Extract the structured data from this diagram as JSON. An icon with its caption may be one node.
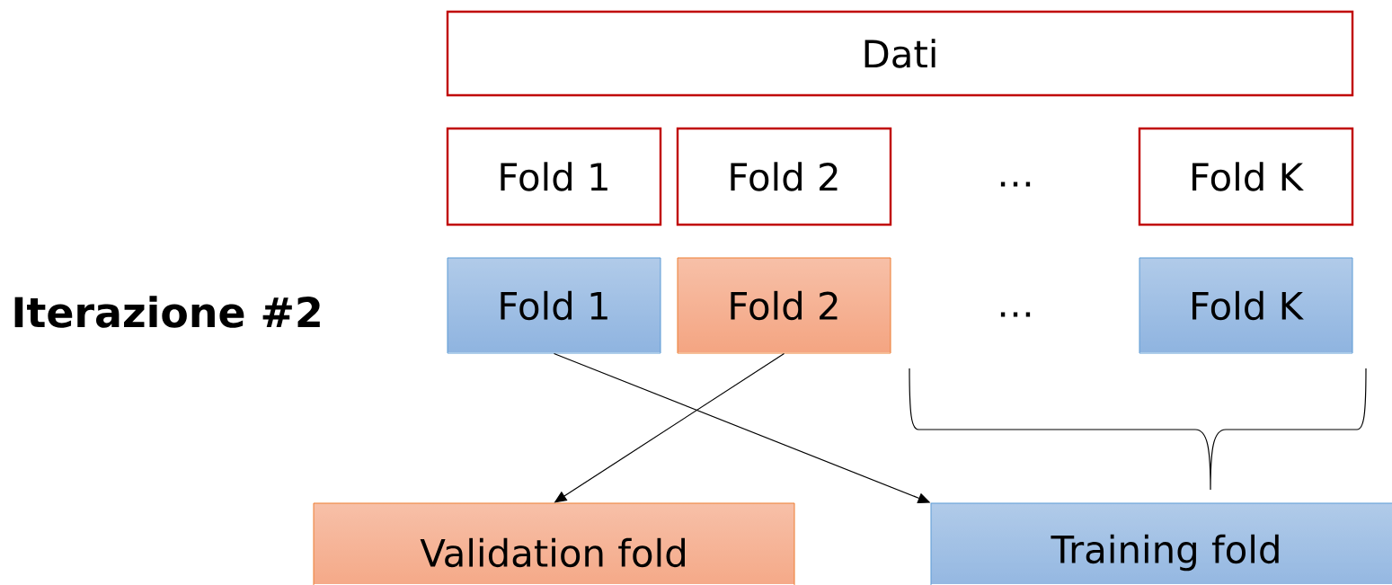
{
  "diagram": {
    "nodes": [
      {
        "text": [
          "Dati"
        ]
      },
      {
        "text": [
          "Fold 1"
        ]
      },
      {
        "text": [
          "Fold 2"
        ]
      },
      {
        "text": [
          "Fold K"
        ]
      },
      {
        "text": [
          "Fold 1"
        ]
      },
      {
        "text": [
          "Fold 2"
        ]
      },
      {
        "text": [
          "Fold K"
        ]
      },
      {
        "text": [
          "Validation fold"
        ]
      },
      {
        "text": [
          "Training fold"
        ]
      }
    ],
    "edges": [
      {
        "from": 5,
        "to": 7,
        "arrow": "to"
      },
      {
        "from": 4,
        "to": 8,
        "arrow": "to"
      }
    ],
    "labels": [
      "…",
      "Iterazione #2",
      "…"
    ]
  }
}
